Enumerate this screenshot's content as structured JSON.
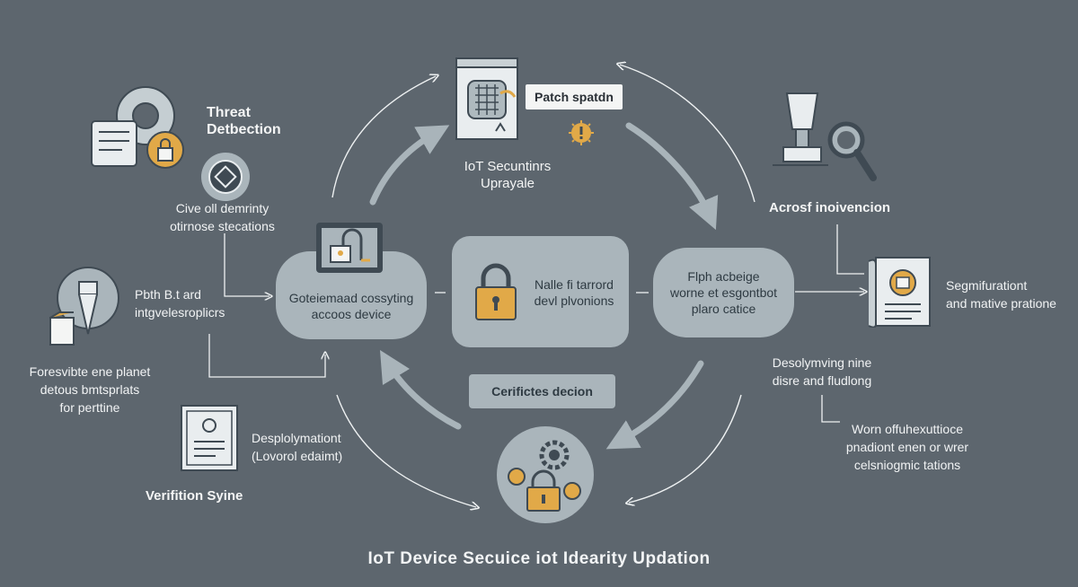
{
  "title": "IoT Device Secuice iot Idearity Updation",
  "top": {
    "tag": "Patch spatdn",
    "label_line1": "IoT Secuntinrs",
    "label_line2": "Uprayale"
  },
  "left": {
    "threat_line1": "Threat",
    "threat_line2": "Detbection",
    "cive_line1": "Cive oll demrinty",
    "cive_line2": "otirnose stecations",
    "pbth_line1": "Pbth B.t ard",
    "pbth_line2": "intgvelesroplicrs",
    "fores_line1": "Foresvibte ene planet",
    "fores_line2": "detous bmtsprlats",
    "fores_line3": "for perttine",
    "deploy_line1": "Desplolymationt",
    "deploy_line2": "(Lovorol edaimt)",
    "verification": "Verifition Syine"
  },
  "center": {
    "left_pill_line1": "Goteiemaad cossyting",
    "left_pill_line2": "accoos device",
    "mid_line1": "Nalle fi tarrord",
    "mid_line2": "devl plvonions",
    "right_pill_line1": "Flph acbeige",
    "right_pill_line2": "worne et esgontbot",
    "right_pill_line3": "plaro catice",
    "certificates_button": "Cerifictes decion"
  },
  "right": {
    "acros": "Acrosf inoivencion",
    "segm_line1": "Segmifurationt",
    "segm_line2": "and mative pratione",
    "desp_line1": "Desolymving nine",
    "desp_line2": "disre and fludlong",
    "worn_line1": "Worn offuhexuttioce",
    "worn_line2": "pnadiont enen or wrer",
    "worn_line3": "celsniogmic tations"
  },
  "colors": {
    "background": "#5d666e",
    "pill": "#aab5bb",
    "accent_gold": "#e1a948",
    "icon_dark": "#3f4a53"
  },
  "icons": [
    "document-grid-icon",
    "warning-icon",
    "gear-lock-icon",
    "target-icon",
    "shield-icon",
    "padlock-icon",
    "trophy-icon",
    "magnifier-icon",
    "certificate-icon",
    "id-card-icon",
    "gears-lock-icon",
    "arrow-icon"
  ]
}
